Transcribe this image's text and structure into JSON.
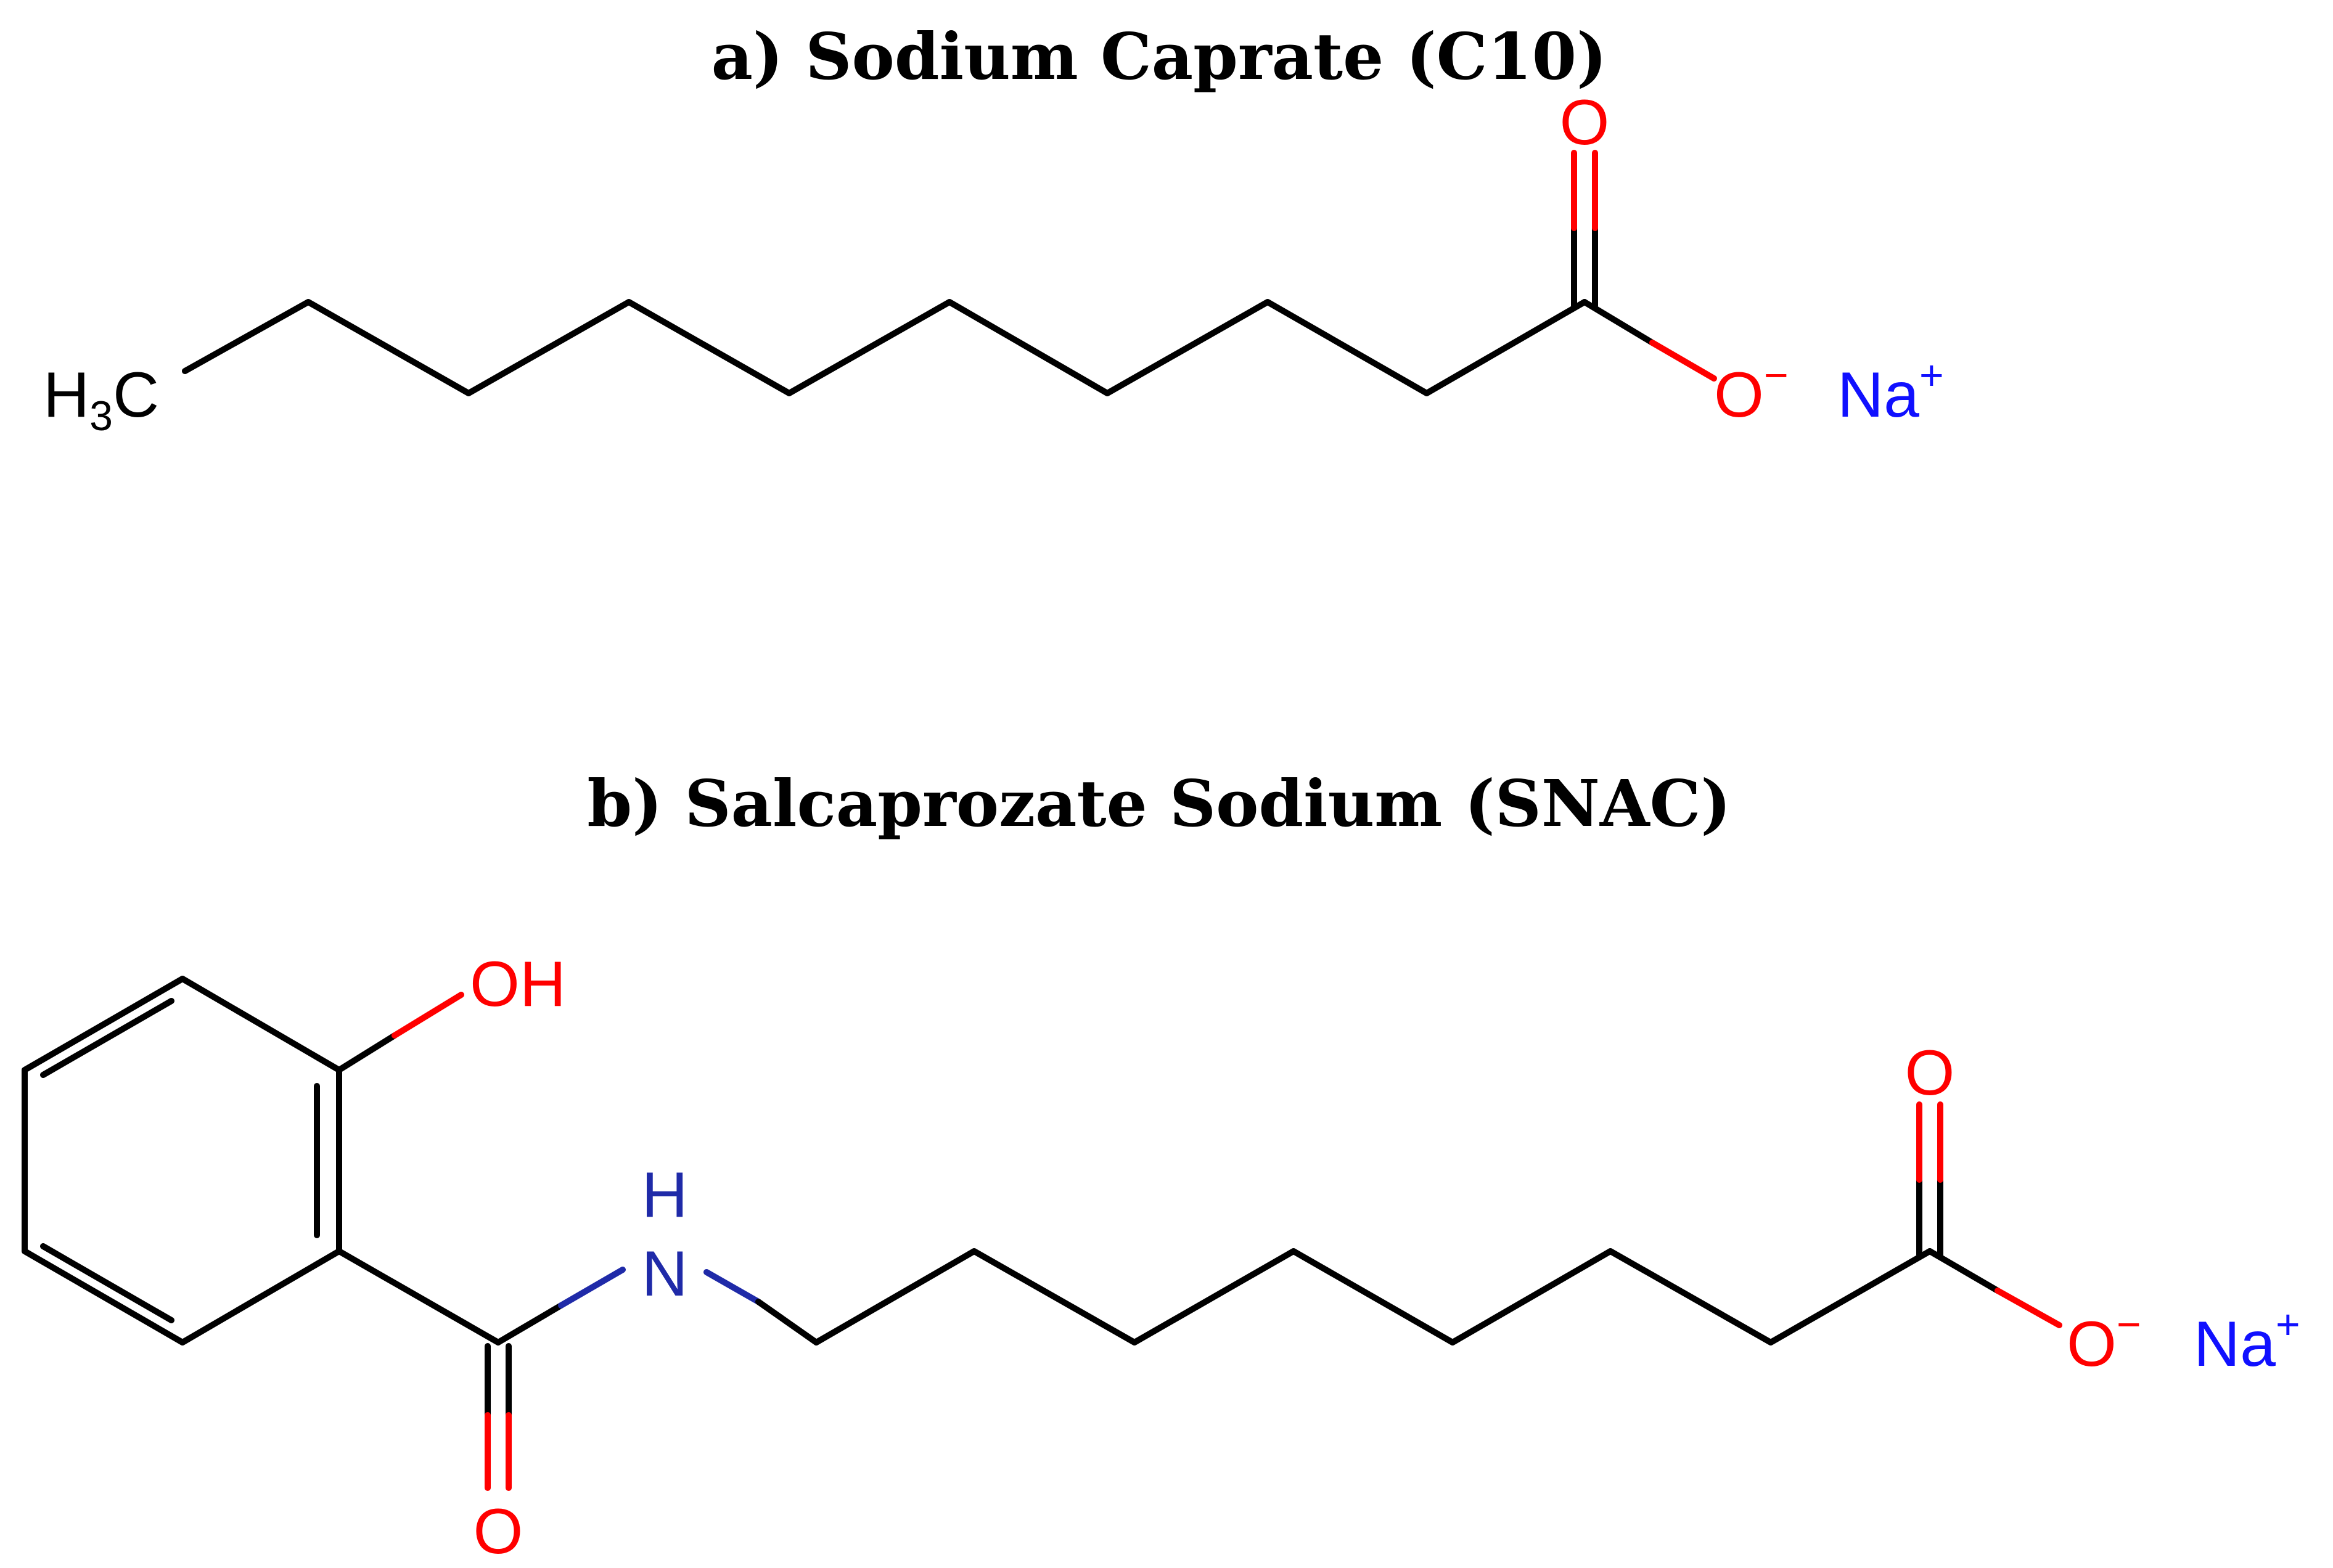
{
  "titles": {
    "a": "a) Sodium Caprate (C10)",
    "b": "b) Salcaprozate Sodium (SNAC)"
  },
  "labels": {
    "a_methyl_H": "H",
    "a_methyl_sub": "3",
    "a_methyl_C": "C",
    "a_carbonyl_O": "O",
    "a_anion_O": "O",
    "a_anion_charge": "−",
    "a_cation": "Na",
    "a_cation_charge": "+",
    "b_hydroxyl": "OH",
    "b_amide_H": "H",
    "b_amide_N": "N",
    "b_amide_O": "O",
    "b_carbonyl_O": "O",
    "b_anion_O": "O",
    "b_anion_charge": "−",
    "b_cation": "Na",
    "b_cation_charge": "+"
  },
  "colors": {
    "carbon": "#000000",
    "oxygen": "#ff0000",
    "nitrogen": "#1f2aa8",
    "sodium": "#1010ff"
  }
}
